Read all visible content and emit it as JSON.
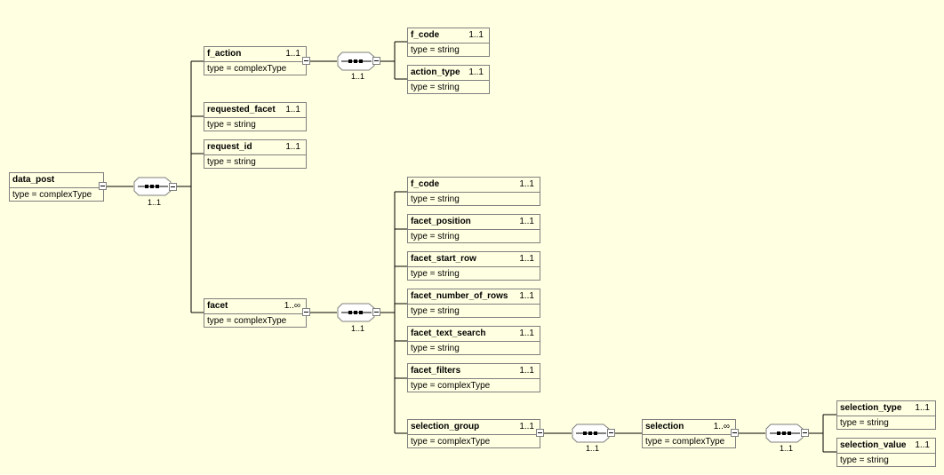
{
  "nodes": {
    "data_post": {
      "name": "data_post",
      "card": "",
      "type": "type = complexType"
    },
    "f_action": {
      "name": "f_action",
      "card": "1..1",
      "type": "type = complexType"
    },
    "f_code_1": {
      "name": "f_code",
      "card": "1..1",
      "type": "type = string"
    },
    "action_type": {
      "name": "action_type",
      "card": "1..1",
      "type": "type = string"
    },
    "requested_facet": {
      "name": "requested_facet",
      "card": "1..1",
      "type": "type = string"
    },
    "request_id": {
      "name": "request_id",
      "card": "1..1",
      "type": "type = string"
    },
    "facet": {
      "name": "facet",
      "card": "1..∞",
      "type": "type = complexType"
    },
    "f_code_2": {
      "name": "f_code",
      "card": "1..1",
      "type": "type = string"
    },
    "facet_position": {
      "name": "facet_position",
      "card": "1..1",
      "type": "type = string"
    },
    "facet_start_row": {
      "name": "facet_start_row",
      "card": "1..1",
      "type": "type = string"
    },
    "facet_number_of_rows": {
      "name": "facet_number_of_rows",
      "card": "1..1",
      "type": "type = string"
    },
    "facet_text_search": {
      "name": "facet_text_search",
      "card": "1..1",
      "type": "type = string"
    },
    "facet_filters": {
      "name": "facet_filters",
      "card": "1..1",
      "type": "type = complexType"
    },
    "selection_group": {
      "name": "selection_group",
      "card": "1..1",
      "type": "type = complexType"
    },
    "selection": {
      "name": "selection",
      "card": "1..∞",
      "type": "type = complexType"
    },
    "selection_type": {
      "name": "selection_type",
      "card": "1..1",
      "type": "type = string"
    },
    "selection_value": {
      "name": "selection_value",
      "card": "1..1",
      "type": "type = string"
    }
  },
  "sequences": {
    "seq_root": {
      "card": "1..1"
    },
    "seq_f_action": {
      "card": "1..1"
    },
    "seq_facet": {
      "card": "1..1"
    },
    "seq_selection_group": {
      "card": "1..1"
    },
    "seq_selection": {
      "card": "1..1"
    }
  },
  "colors": {
    "background": "#ffffe1",
    "border": "#7f7f7f",
    "line": "#000000"
  }
}
